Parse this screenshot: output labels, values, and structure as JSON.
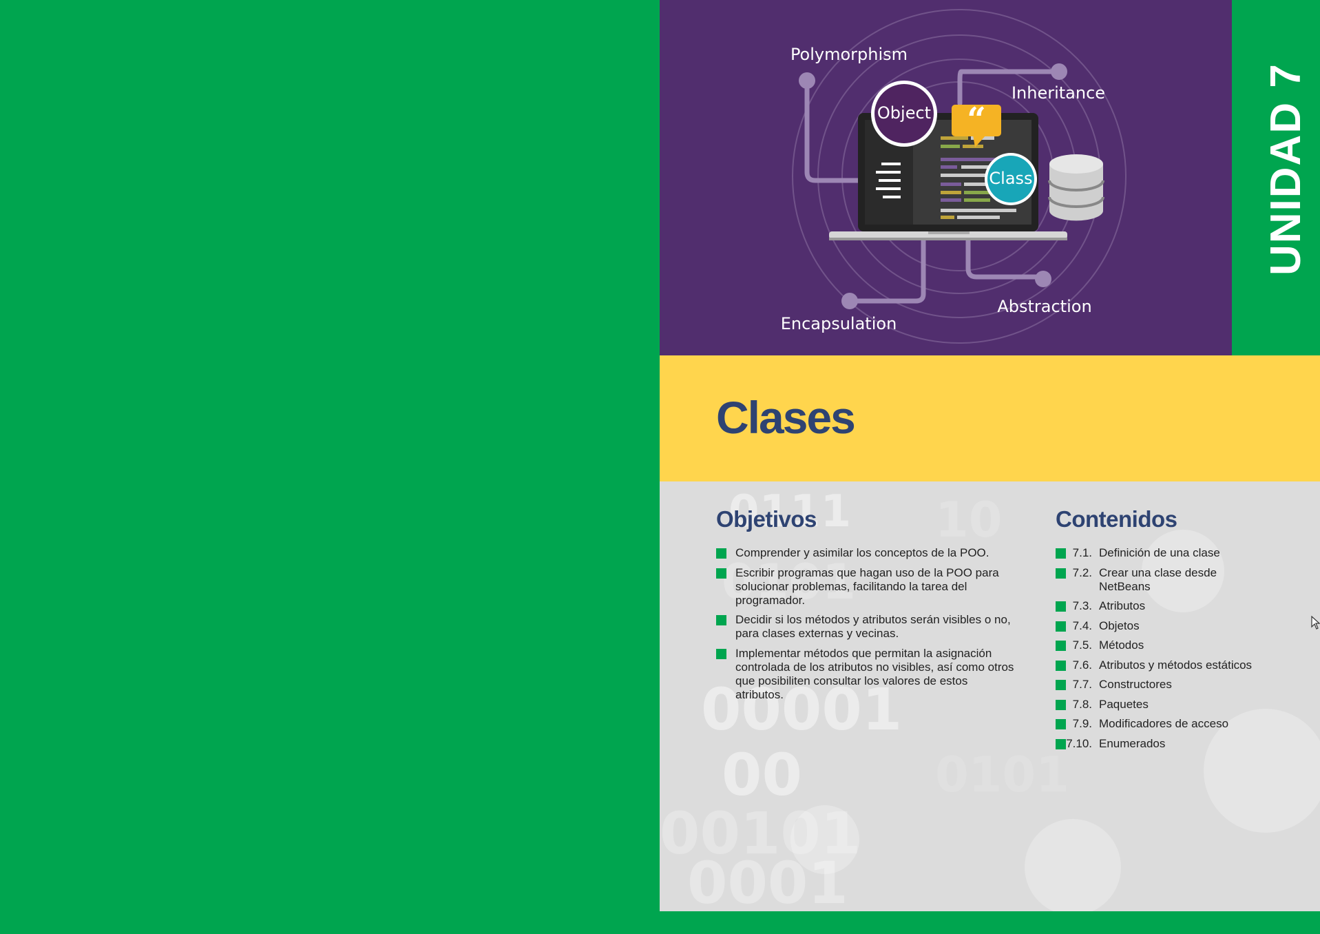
{
  "unit_label": "UNIDAD 7",
  "title": "Clases",
  "illustration": {
    "labels": {
      "polymorphism": "Polymorphism",
      "inheritance": "Inheritance",
      "encapsulation": "Encapsulation",
      "abstraction": "Abstraction",
      "object": "Object",
      "class": "Class"
    },
    "icons": [
      "laptop-icon",
      "quote-bubble-icon",
      "database-icon"
    ]
  },
  "objetivos": {
    "heading": "Objetivos",
    "items": [
      "Comprender y asimilar los conceptos de la POO.",
      "Escribir programas que hagan uso de la POO para solucionar problemas, facilitando la tarea del programador.",
      "Decidir si los métodos y atributos serán visibles o no, para clases externas y vecinas.",
      "Implementar métodos que permitan la asignación controlada de los atributos no visibles, así como otros que posibiliten consultar los valores de estos atributos."
    ]
  },
  "contenidos": {
    "heading": "Contenidos",
    "items": [
      {
        "num": "7.1.",
        "text": "Definición de una clase"
      },
      {
        "num": "7.2.",
        "text": "Crear una clase desde NetBeans"
      },
      {
        "num": "7.3.",
        "text": "Atributos"
      },
      {
        "num": "7.4.",
        "text": "Objetos"
      },
      {
        "num": "7.5.",
        "text": "Métodos"
      },
      {
        "num": "7.6.",
        "text": "Atributos y métodos estáticos"
      },
      {
        "num": "7.7.",
        "text": "Constructores"
      },
      {
        "num": "7.8.",
        "text": "Paquetes"
      },
      {
        "num": "7.9.",
        "text": "Modificadores de acceso"
      },
      {
        "num": "7.10.",
        "text": "Enumerados"
      }
    ]
  },
  "colors": {
    "green": "#00a54f",
    "purple": "#512e6e",
    "yellow": "#ffd54d",
    "navy": "#2e4372",
    "content_bg": "#dcdcdc"
  }
}
